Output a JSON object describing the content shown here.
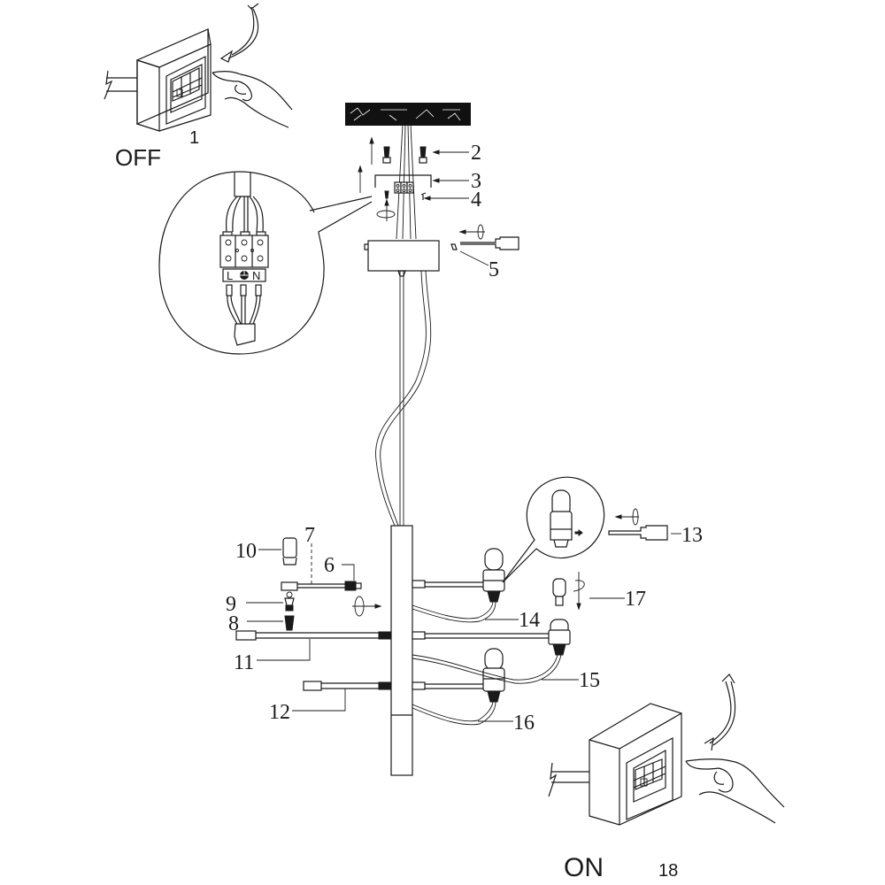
{
  "diagram": {
    "title": "Pendant light installation diagram",
    "switch_off": {
      "label": "OFF",
      "step": "1"
    },
    "switch_on": {
      "label": "ON",
      "step": "18"
    },
    "terminal_block": {
      "live": "L",
      "earth_symbol": "earth",
      "neutral": "N"
    },
    "callouts": [
      {
        "id": "2",
        "label": "2",
        "part": "wall anchor and screw"
      },
      {
        "id": "3",
        "label": "3",
        "part": "mounting bracket"
      },
      {
        "id": "4",
        "label": "4",
        "part": "terminal block"
      },
      {
        "id": "5",
        "label": "5",
        "part": "canopy screw"
      },
      {
        "id": "6",
        "label": "6",
        "part": "arm connector"
      },
      {
        "id": "7",
        "label": "7",
        "part": "arm"
      },
      {
        "id": "8",
        "label": "8",
        "part": "lamp holder"
      },
      {
        "id": "9",
        "label": "9",
        "part": "socket cap"
      },
      {
        "id": "10",
        "label": "10",
        "part": "end cap"
      },
      {
        "id": "11",
        "label": "11",
        "part": "long arm"
      },
      {
        "id": "12",
        "label": "12",
        "part": "short arm"
      },
      {
        "id": "13",
        "label": "13",
        "part": "screwdriver"
      },
      {
        "id": "14",
        "label": "14",
        "part": "wire"
      },
      {
        "id": "15",
        "label": "15",
        "part": "wire"
      },
      {
        "id": "16",
        "label": "16",
        "part": "wire"
      },
      {
        "id": "17",
        "label": "17",
        "part": "bulb"
      }
    ]
  }
}
